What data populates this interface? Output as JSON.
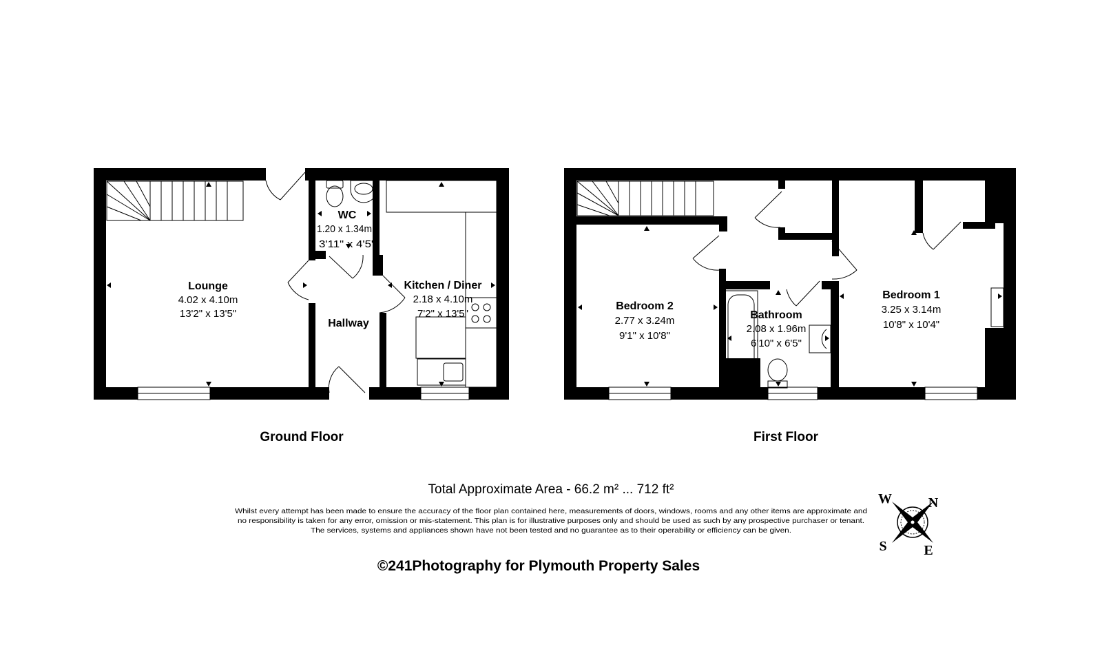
{
  "floors": {
    "ground": {
      "label": "Ground Floor",
      "rooms": {
        "lounge": {
          "name": "Lounge",
          "metric": "4.02 x 4.10m",
          "imperial": "13'2\" x 13'5\""
        },
        "wc": {
          "name": "WC",
          "metric": "1.20 x 1.34m",
          "imperial": "3'11\" x 4'5\""
        },
        "hallway": {
          "name": "Hallway"
        },
        "kitchen": {
          "name": "Kitchen / Diner",
          "metric": "2.18 x 4.10m",
          "imperial": "7'2\" x 13'5\""
        }
      }
    },
    "first": {
      "label": "First Floor",
      "rooms": {
        "bedroom2": {
          "name": "Bedroom 2",
          "metric": "2.77 x 3.24m",
          "imperial": "9'1\" x 10'8\""
        },
        "bathroom": {
          "name": "Bathroom",
          "metric": "2.08 x 1.96m",
          "imperial": "6'10\" x 6'5\""
        },
        "bedroom1": {
          "name": "Bedroom 1",
          "metric": "3.25 x 3.14m",
          "imperial": "10'8\" x 10'4\""
        }
      }
    }
  },
  "total_area": "Total Approximate Area - 66.2 m² ... 712 ft²",
  "disclaimer": [
    "Whilst every attempt has been made to ensure the accuracy of the floor plan contained here, measurements of doors, windows, rooms and any other items are approximate and",
    "no responsibility is taken for any error, omission or mis-statement. This plan is for illustrative purposes only and should be used as such by any prospective purchaser or tenant.",
    "The services, systems and appliances shown have not been tested and no guarantee as to their operability or efficiency can be given."
  ],
  "credit": "©241Photography for Plymouth Property Sales",
  "compass": {
    "icon": "compass-rose-icon",
    "w": "W",
    "n": "N",
    "s": "S",
    "e": "E"
  },
  "colors": {
    "wall": "#000000",
    "background": "#ffffff"
  }
}
